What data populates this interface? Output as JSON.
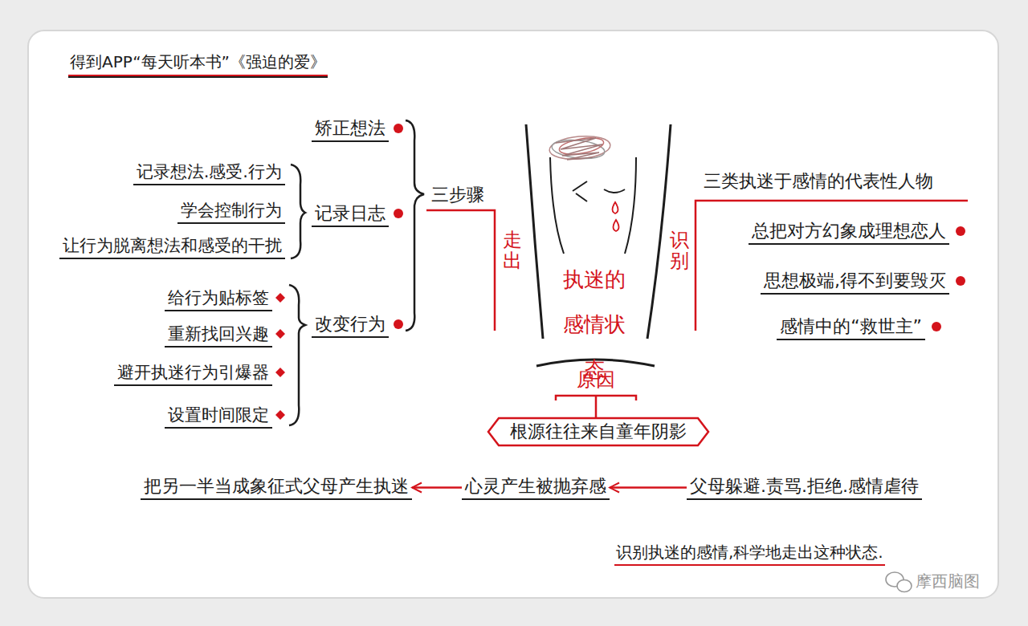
{
  "diagram": {
    "title": "得到APP“每天听本书”《强迫的爱》",
    "caption": "识别执迷的感情,科学地走出这种状态.",
    "nodes": [
      {
        "text": [
          "执迷的 感情状态"
        ]
      },
      {
        "text": [
          "三步骤"
        ]
      },
      {
        "text": [
          "矫正想法"
        ]
      },
      {
        "text": [
          "记录日志"
        ]
      },
      {
        "text": [
          "改变行为"
        ]
      },
      {
        "text": [
          "记录想法.感受.行为"
        ]
      },
      {
        "text": [
          "学会控制行为"
        ]
      },
      {
        "text": [
          "让行为脱离想法和感受的干扰"
        ]
      },
      {
        "text": [
          "给行为贴标签"
        ]
      },
      {
        "text": [
          "重新找回兴趣"
        ]
      },
      {
        "text": [
          "避开执迷行为引爆器"
        ]
      },
      {
        "text": [
          "设置时间限定"
        ]
      },
      {
        "text": [
          "三类执迷于感情的代表性人物"
        ]
      },
      {
        "text": [
          "总把对方幻象成理想恋人"
        ]
      },
      {
        "text": [
          "思想极端,得不到要毁灭"
        ]
      },
      {
        "text": [
          "感情中的“救世主”"
        ]
      },
      {
        "text": [
          "原因"
        ]
      },
      {
        "text": [
          "根源往往来自童年阴影"
        ]
      },
      {
        "text": [
          "父母躲避.责骂.拒绝.感情虐待"
        ]
      },
      {
        "text": [
          "心灵产生被抛弃感"
        ]
      },
      {
        "text": [
          "把另一半当成象征式父母产生执迷"
        ]
      }
    ],
    "edges": [
      {
        "from": 18,
        "to": 19,
        "arrow": "to"
      },
      {
        "from": 19,
        "to": 20,
        "arrow": "to"
      }
    ],
    "labels": [
      "走出",
      "识别",
      "摩西脑图"
    ]
  }
}
